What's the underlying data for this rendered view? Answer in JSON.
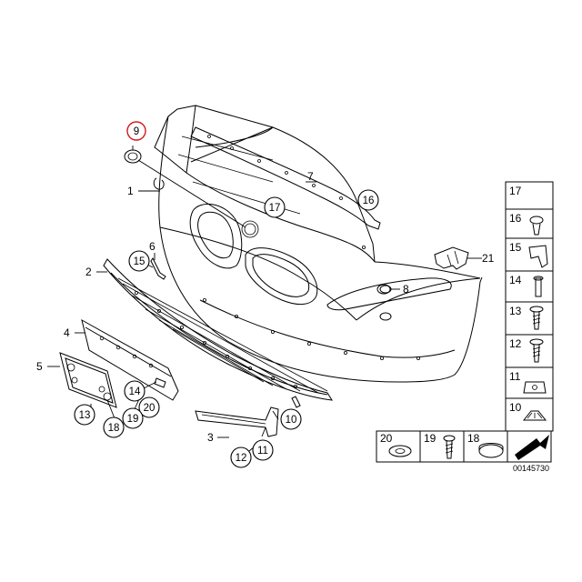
{
  "diagram_id": "00145730",
  "highlighted_part": "9",
  "labels": {
    "p1": "1",
    "p2": "2",
    "p3": "3",
    "p4": "4",
    "p5": "5",
    "p6": "6",
    "p7": "7",
    "p8": "8",
    "p9": "9",
    "p10": "10",
    "p11": "11",
    "p12": "12",
    "p13": "13",
    "p14": "14",
    "p15": "15",
    "p16": "16",
    "p17": "17",
    "p18": "18",
    "p19": "19",
    "p20": "20",
    "p21": "21"
  },
  "side_panel": [
    "17",
    "16",
    "15",
    "14",
    "13",
    "12",
    "11",
    "10"
  ],
  "bottom_panel": [
    "20",
    "19",
    "18"
  ]
}
